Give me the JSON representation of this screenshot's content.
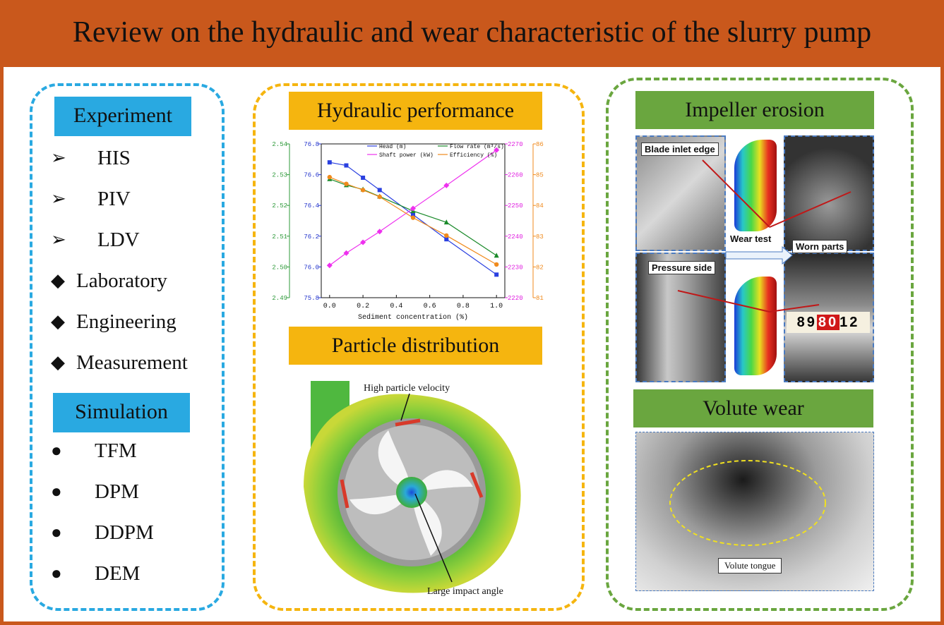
{
  "title": "Review on the hydraulic and wear characteristic of the slurry pump",
  "left_panel": {
    "experiment_label": "Experiment",
    "experiment_items": [
      {
        "bullet": "➢",
        "text": "HIS"
      },
      {
        "bullet": "➢",
        "text": "PIV"
      },
      {
        "bullet": "➢",
        "text": "LDV"
      },
      {
        "bullet": "◆",
        "text": "Laboratory"
      },
      {
        "bullet": "◆",
        "text": "Engineering"
      },
      {
        "bullet": "◆",
        "text": "Measurement"
      }
    ],
    "simulation_label": "Simulation",
    "simulation_items": [
      {
        "bullet": "●",
        "text": "TFM"
      },
      {
        "bullet": "●",
        "text": "DPM"
      },
      {
        "bullet": "●",
        "text": "DDPM"
      },
      {
        "bullet": "●",
        "text": "DEM"
      }
    ]
  },
  "middle_panel": {
    "hydraulic_label": "Hydraulic performance",
    "particle_label": "Particle distribution",
    "annotation_top": "High particle velocity",
    "annotation_bottom": "Large impact angle"
  },
  "right_panel": {
    "impeller_label": "Impeller erosion",
    "volute_label": "Volute wear",
    "blade_inlet_edge": "Blade inlet edge",
    "pressure_side": "Pressure side",
    "wear_test": "Wear test",
    "worn_parts": "Worn parts",
    "volute_tongue": "Volute tongue",
    "ruler_text": [
      "8",
      "9",
      "80",
      "1",
      "2"
    ]
  },
  "chart_data": {
    "type": "line",
    "xlabel": "Sediment concentration (%)",
    "x_ticks": [
      "0.0",
      "0.2",
      "0.4",
      "0.6",
      "0.8",
      "1.0"
    ],
    "xlim": [
      -0.05,
      1.05
    ],
    "axes": {
      "flow": {
        "ylim": [
          2.49,
          2.54
        ],
        "ticks": [
          "2.49",
          "2.50",
          "2.51",
          "2.52",
          "2.53",
          "2.54"
        ],
        "color": "#2e9a3a"
      },
      "head": {
        "ylim": [
          75.8,
          76.8
        ],
        "ticks": [
          "75.8",
          "76.0",
          "76.2",
          "76.4",
          "76.6",
          "76.8"
        ],
        "color": "#2233cc"
      },
      "power": {
        "ylim": [
          2220,
          2270
        ],
        "ticks": [
          "2220",
          "2230",
          "2240",
          "2250",
          "2260",
          "2270"
        ],
        "color": "#e020e0"
      },
      "eff": {
        "ylim": [
          81,
          86
        ],
        "ticks": [
          "81",
          "82",
          "83",
          "84",
          "85",
          "86"
        ],
        "color": "#f08a1c"
      }
    },
    "series": [
      {
        "name": "Head (m)",
        "axis": "head",
        "color": "#2a40e0",
        "marker": "square",
        "x": [
          0.0,
          0.1,
          0.2,
          0.3,
          0.5,
          0.7,
          1.0
        ],
        "values": [
          76.68,
          76.66,
          76.58,
          76.5,
          76.34,
          76.18,
          75.95
        ]
      },
      {
        "name": "Flow rate (m³/s)",
        "axis": "flow",
        "color": "#1a8a2a",
        "marker": "triangle",
        "x": [
          0.0,
          0.1,
          0.2,
          0.3,
          0.5,
          0.7,
          1.0
        ],
        "values": [
          2.5286,
          2.5266,
          2.5252,
          2.5229,
          2.5182,
          2.5145,
          2.5037
        ]
      },
      {
        "name": "Shaft power (kW)",
        "axis": "power",
        "color": "#ee30ee",
        "marker": "diamond",
        "x": [
          0.0,
          0.1,
          0.2,
          0.3,
          0.5,
          0.7,
          1.0
        ],
        "values": [
          2230.5,
          2234.5,
          2238.0,
          2241.5,
          2249.0,
          2256.5,
          2268.0
        ]
      },
      {
        "name": "Efficiency (%)",
        "axis": "eff",
        "color": "#f08a1c",
        "marker": "circle",
        "x": [
          0.0,
          0.1,
          0.2,
          0.3,
          0.5,
          0.7,
          1.0
        ],
        "values": [
          84.92,
          84.7,
          84.5,
          84.28,
          83.6,
          83.02,
          82.08
        ]
      }
    ]
  }
}
